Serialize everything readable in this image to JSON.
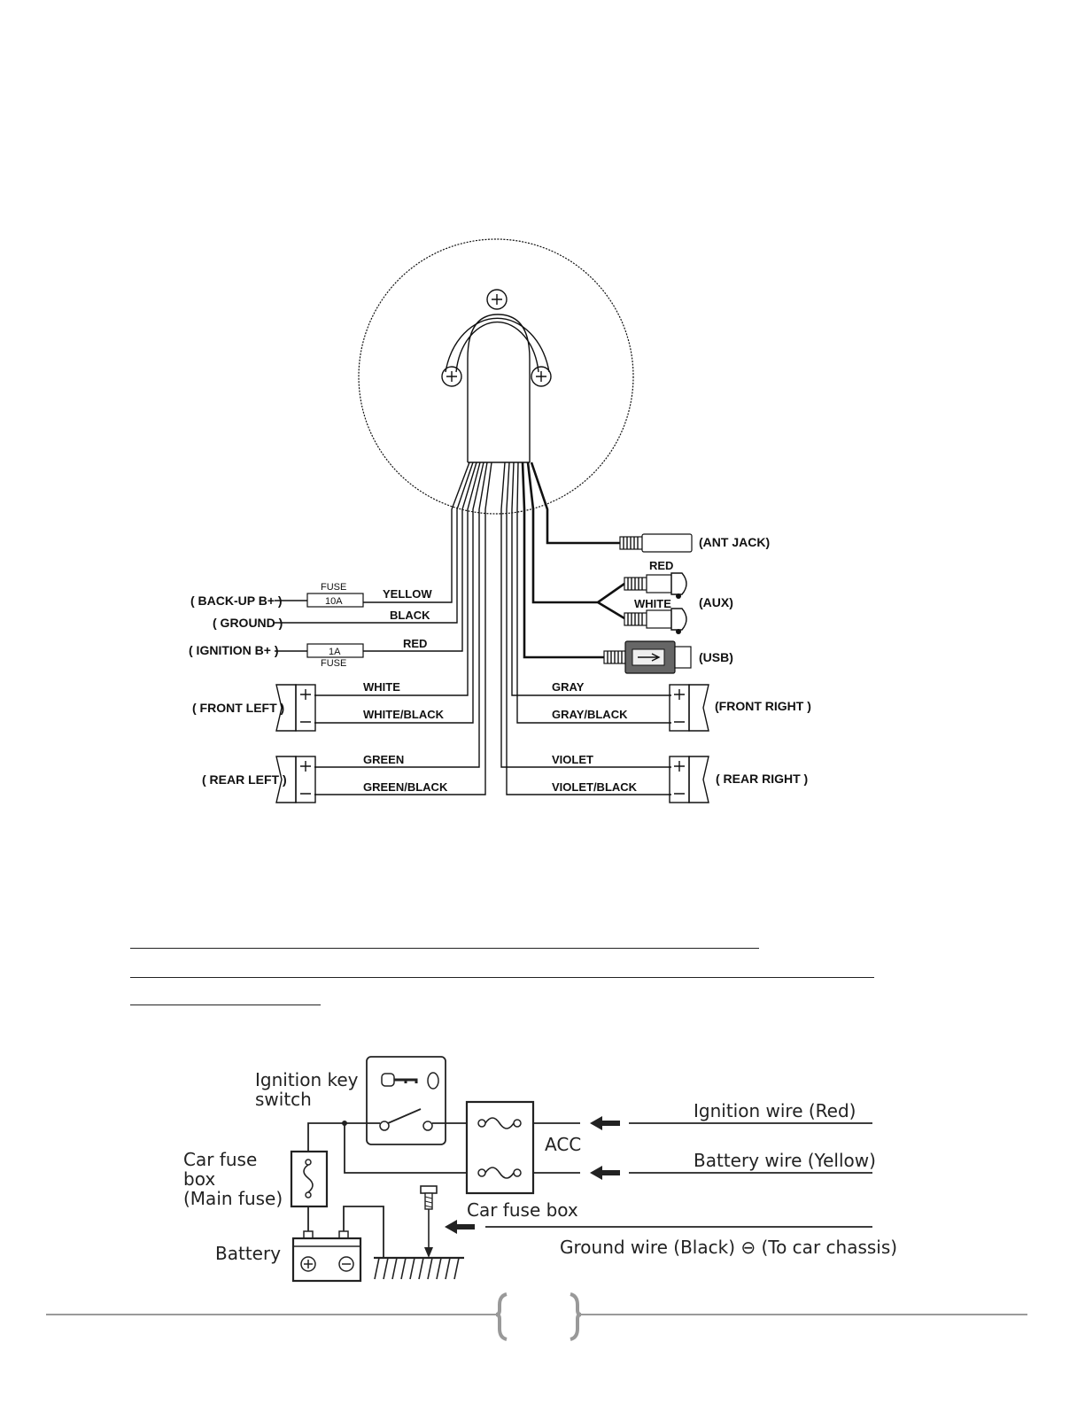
{
  "harness": {
    "back_up": "( BACK-UP  B+ )",
    "ground": "( GROUND )",
    "ignition": "( IGNITION B+ )",
    "front_left": "( FRONT LEFT )",
    "rear_left": "( REAR LEFT )",
    "front_right": "(FRONT RIGHT )",
    "rear_right": "( REAR RIGHT )",
    "ant_jack": "(ANT JACK)",
    "aux": "(AUX)",
    "usb": "(USB)",
    "fuse_top_label": "FUSE",
    "fuse_top_value": "10A",
    "fuse_bottom_label": "FUSE",
    "fuse_bottom_value": "1A",
    "wire_yellow": "YELLOW",
    "wire_black": "BLACK",
    "wire_red": "RED",
    "wire_white": "WHITE",
    "wire_white_black": "WHITE/BLACK",
    "wire_green": "GREEN",
    "wire_green_black": "GREEN/BLACK",
    "wire_gray": "GRAY",
    "wire_gray_black": "GRAY/BLACK",
    "wire_violet": "VIOLET",
    "wire_violet_black": "VIOLET/BLACK",
    "aux_red": "RED",
    "aux_white": "WHITE"
  },
  "power": {
    "ignition_key_1": "Ignition key",
    "ignition_key_2": "switch",
    "car_fuse_1": "Car fuse",
    "car_fuse_2": "box",
    "car_fuse_3": "(Main fuse)",
    "battery": "Battery",
    "acc": "ACC",
    "car_fuse_box": "Car fuse box",
    "ignition_wire": "Ignition wire (Red)",
    "battery_wire": "Battery wire (Yellow)",
    "ground_wire": "Ground wire (Black) ⊖ (To car chassis)"
  }
}
